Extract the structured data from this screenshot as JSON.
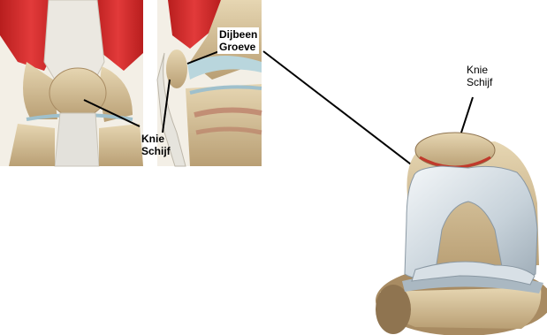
{
  "labels": {
    "knie_schijf_left": {
      "line1": "Knie",
      "line2": "Schijf"
    },
    "dijbeen_groeve": {
      "line1": "Dijbeen",
      "line2": "Groeve"
    },
    "knie_schijf_right": {
      "line1": "Knie",
      "line2": "Schijf"
    }
  },
  "colors": {
    "muscle": "#d42a2a",
    "bone": "#d9c7a0",
    "bone_dark": "#a88b62",
    "cartilage": "#c8d4dc",
    "tendon": "#e8e6e0",
    "leader_line": "#000000"
  }
}
